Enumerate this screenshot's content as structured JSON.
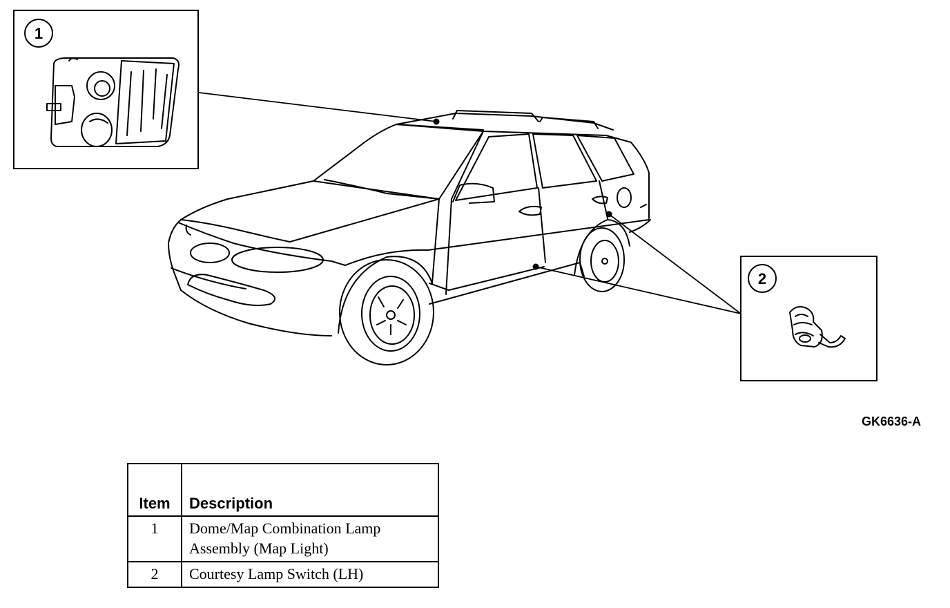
{
  "figure_code": "GK6636-A",
  "callouts": [
    {
      "number": "1",
      "part": "dome-map-lamp-detail"
    },
    {
      "number": "2",
      "part": "courtesy-switch-detail"
    }
  ],
  "legend": {
    "headers": {
      "item": "Item",
      "description": "Description"
    },
    "rows": [
      {
        "item": "1",
        "description_line1": "Dome/Map Combination Lamp",
        "description_line2": "Assembly (Map Light)"
      },
      {
        "item": "2",
        "description_line1": "Courtesy Lamp Switch (LH)",
        "description_line2": ""
      }
    ]
  },
  "colors": {
    "line": "#000000",
    "background": "#ffffff"
  }
}
